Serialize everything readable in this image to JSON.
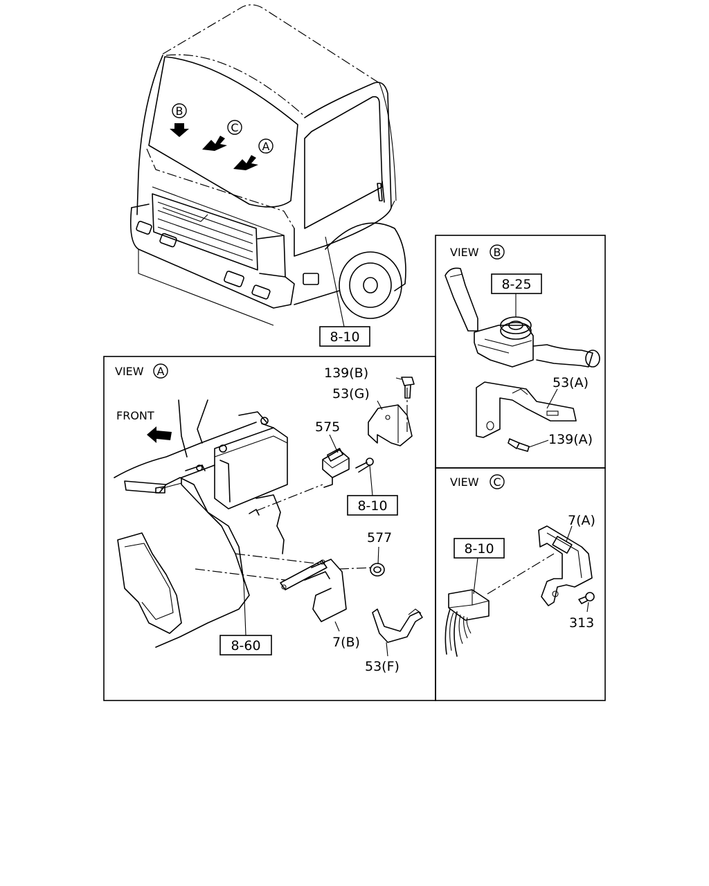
{
  "overview": {
    "markers": {
      "a": "A",
      "b": "B",
      "c": "C"
    },
    "ref_8_10": "8-10"
  },
  "view_a": {
    "title": "VIEW",
    "marker": "A",
    "front_label": "FRONT",
    "labels": {
      "p139b": "139(B)",
      "p53g": "53(G)",
      "p575": "575",
      "ref_8_10": "8-10",
      "p577": "577",
      "ref_8_60": "8-60",
      "p7b": "7(B)",
      "p53f": "53(F)"
    }
  },
  "view_b": {
    "title": "VIEW",
    "marker": "B",
    "labels": {
      "ref_8_25": "8-25",
      "p53a": "53(A)",
      "p139a": "139(A)"
    }
  },
  "view_c": {
    "title": "VIEW",
    "marker": "C",
    "labels": {
      "ref_8_10": "8-10",
      "p7a": "7(A)",
      "p313": "313"
    }
  }
}
